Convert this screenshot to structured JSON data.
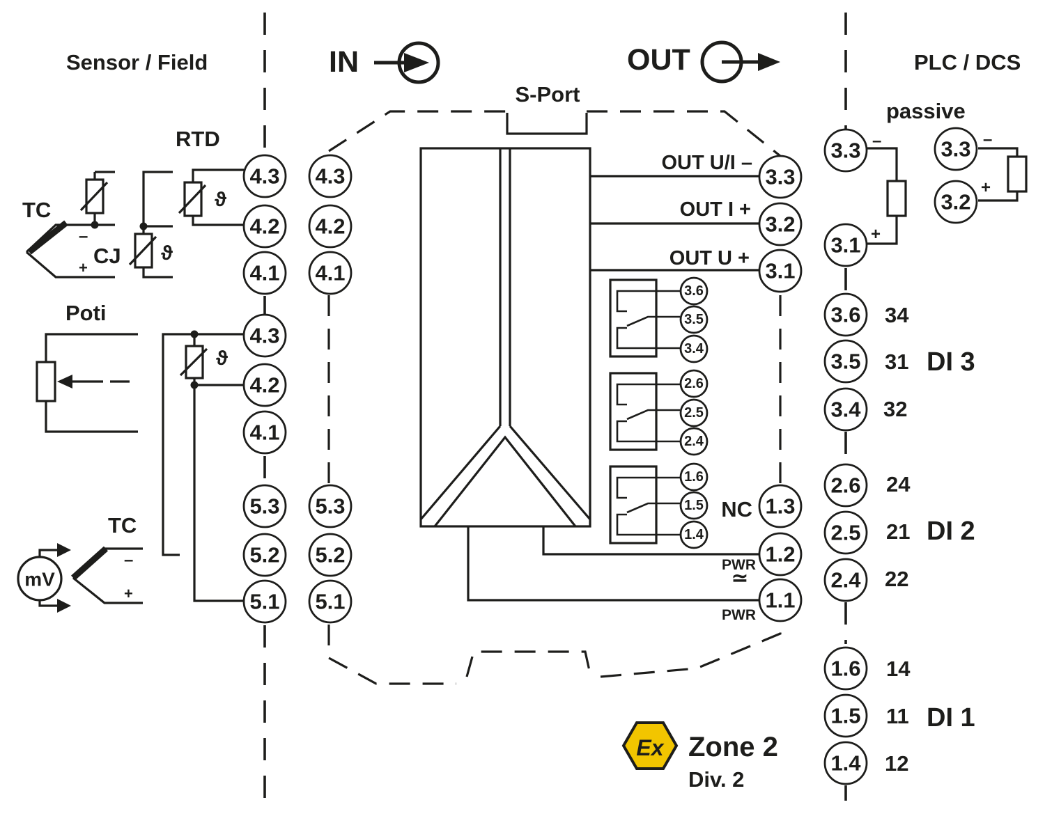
{
  "headings": {
    "field": "Sensor / Field",
    "in": "IN",
    "out": "OUT",
    "plc": "PLC / DCS",
    "sport": "S-Port",
    "passive": "passive"
  },
  "sensor_labels": {
    "rtd": "RTD",
    "tc1": "TC",
    "cj": "CJ",
    "poti": "Poti",
    "tc2": "TC",
    "mv": "mV",
    "theta": "ϑ",
    "minus": "–",
    "plus": "+"
  },
  "output_labels": {
    "out_ui_minus": "OUT U/I –",
    "out_i_plus": "OUT I +",
    "out_u_plus": "OUT U +",
    "nc": "NC",
    "pwr_ac": "PWR",
    "pwr_tilde": "≃",
    "pwr": "PWR"
  },
  "terminals": {
    "t43": "4.3",
    "t42": "4.2",
    "t41": "4.1",
    "t53": "5.3",
    "t52": "5.2",
    "t51": "5.1",
    "t33": "3.3",
    "t32": "3.2",
    "t31": "3.1",
    "t36": "3.6",
    "t35": "3.5",
    "t34": "3.4",
    "t26": "2.6",
    "t25": "2.5",
    "t24": "2.4",
    "t16": "1.6",
    "t15": "1.5",
    "t14": "1.4",
    "t13": "1.3",
    "t12": "1.2",
    "t11": "1.1"
  },
  "plc_inputs": [
    {
      "name": "DI 3",
      "pins": [
        "34",
        "31",
        "32"
      ]
    },
    {
      "name": "DI 2",
      "pins": [
        "24",
        "21",
        "22"
      ]
    },
    {
      "name": "DI 1",
      "pins": [
        "14",
        "11",
        "12"
      ]
    }
  ],
  "approval": {
    "ex_symbol": "Ex",
    "zone": "Zone 2",
    "division": "Div. 2",
    "badge_color": "#f2c500"
  }
}
